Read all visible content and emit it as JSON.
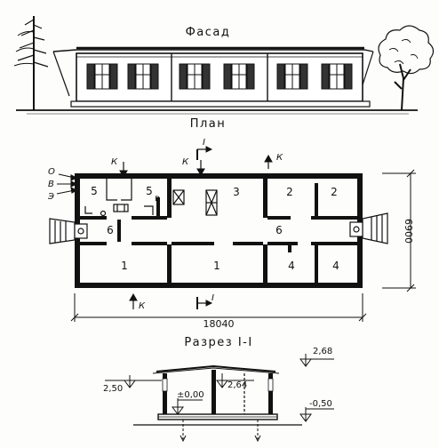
{
  "titles": {
    "facade": "Фасад",
    "plan": "План",
    "section": "Разрез I-I"
  },
  "rooms": {
    "r5a": "5",
    "r5b": "5",
    "r5b_sub": "в",
    "r3": "3",
    "r2a": "2",
    "r2b": "2",
    "r6a": "6",
    "r6b": "6",
    "r1a": "1",
    "r1b": "1",
    "r4a": "4",
    "r4b": "4"
  },
  "entrances": {
    "k": "К"
  },
  "utilities": {
    "o": "О",
    "v": "В",
    "e": "Э"
  },
  "section_marks": {
    "top": "I",
    "bottom": "I"
  },
  "dimensions": {
    "length": "18040",
    "width": "6900"
  },
  "levels": {
    "roof": "2,68",
    "eave": "2,50",
    "ridge": "2,64",
    "floor": "±0,00",
    "ground": "-0,50"
  }
}
